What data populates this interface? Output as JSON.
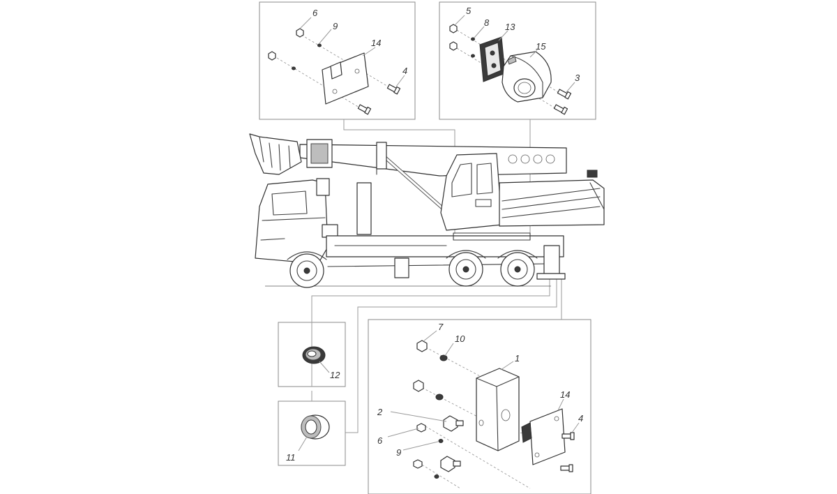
{
  "callouts": {
    "top_left": {
      "labels": {
        "a": "6",
        "b": "9",
        "c": "14",
        "d": "4"
      }
    },
    "top_right": {
      "labels": {
        "a": "5",
        "b": "8",
        "c": "13",
        "d": "15",
        "e": "3"
      }
    },
    "middle_left": {
      "labels": {
        "a": "12"
      }
    },
    "bottom_left": {
      "labels": {
        "a": "11"
      }
    },
    "bottom_right": {
      "labels": {
        "a": "7",
        "b": "10",
        "c": "1",
        "d": "14",
        "e": "2",
        "f": "4",
        "g": "6",
        "h": "9"
      }
    }
  },
  "colors": {
    "ink": "#3c3c3c",
    "frame": "#8a8a8a",
    "background": "#ffffff"
  }
}
